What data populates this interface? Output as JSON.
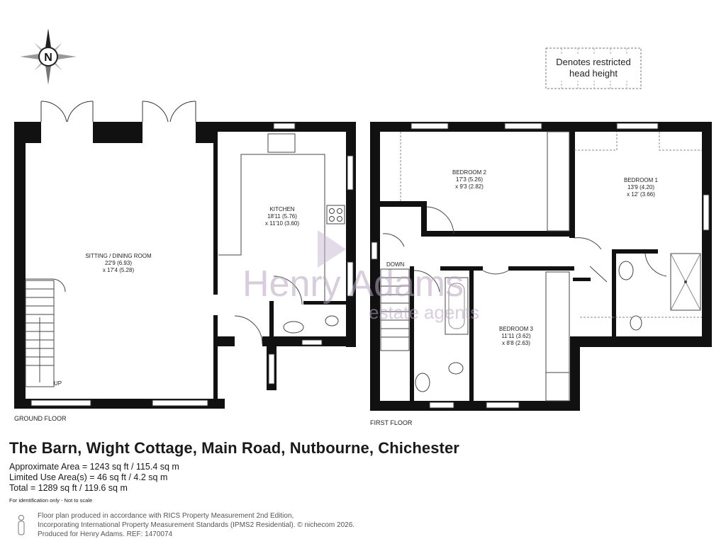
{
  "legend": {
    "line1": "Denotes restricted",
    "line2": "head height"
  },
  "compass": {
    "letter": "N"
  },
  "watermark": {
    "brand": "Henry Adams",
    "sub": "estate agents"
  },
  "floors": {
    "ground": {
      "label": "GROUND FLOOR"
    },
    "first": {
      "label": "FIRST FLOOR"
    }
  },
  "rooms": {
    "sitting": {
      "name": "SITTING / DINING ROOM",
      "dim1": "22'9 (6.93)",
      "dim2": "x 17'4 (5.28)"
    },
    "kitchen": {
      "name": "KITCHEN",
      "dim1": "18'11 (5.76)",
      "dim2": "x 11'10 (3.60)"
    },
    "bedroom2": {
      "name": "BEDROOM 2",
      "dim1": "17'3 (5.26)",
      "dim2": "x 9'3 (2.82)"
    },
    "bedroom1": {
      "name": "BEDROOM 1",
      "dim1": "13'9 (4.20)",
      "dim2": "x 12' (3.66)"
    },
    "bedroom3": {
      "name": "BEDROOM 3",
      "dim1": "11'11 (3.62)",
      "dim2": "x 8'8 (2.63)"
    }
  },
  "stairs": {
    "up": "UP",
    "down": "DOWN"
  },
  "footer": {
    "title": "The Barn, Wight Cottage, Main Road, Nutbourne, Chichester",
    "approx": "Approximate Area = 1243 sq ft / 115.4 sq m",
    "limited": "Limited Use Area(s) = 46 sq ft / 4.2 sq m",
    "total": "Total = 1289 sq ft / 119.6 sq m",
    "note": "For identification only - Not to scale",
    "credit1": "Floor plan produced in accordance with RICS Property Measurement 2nd Edition,",
    "credit2": "Incorporating International Property Measurement Standards (IPMS2 Residential).  © nichecom 2026.",
    "credit3": "Produced for Henry Adams.   REF: 1470074"
  }
}
